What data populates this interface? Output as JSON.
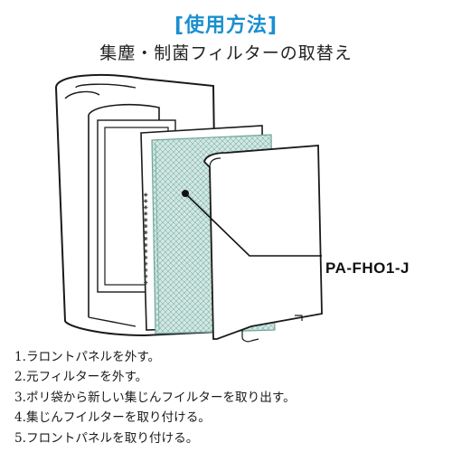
{
  "heading": "[使用方法]",
  "subheading": "集塵・制菌フィルターの取替え",
  "model_label": "PA-FHO1-J",
  "filter_side_text": "✱ ✱ ✱ ✱ ✱ ✱ ✱ ✱   ✱ ✱ ✱ ✱ ✱ ✱ ✱",
  "colors": {
    "heading": "#1a8fd0",
    "filter_mesh": "#9fc9c0"
  },
  "steps": [
    "1.ラロントパネルを外す。",
    "2.元フィルターを外す。",
    "3.ポリ袋から新しい集じんフイルターを取り出す。",
    "4.集じんフイルターを取り付ける。",
    "5.フロントパネルを取り付ける。"
  ]
}
